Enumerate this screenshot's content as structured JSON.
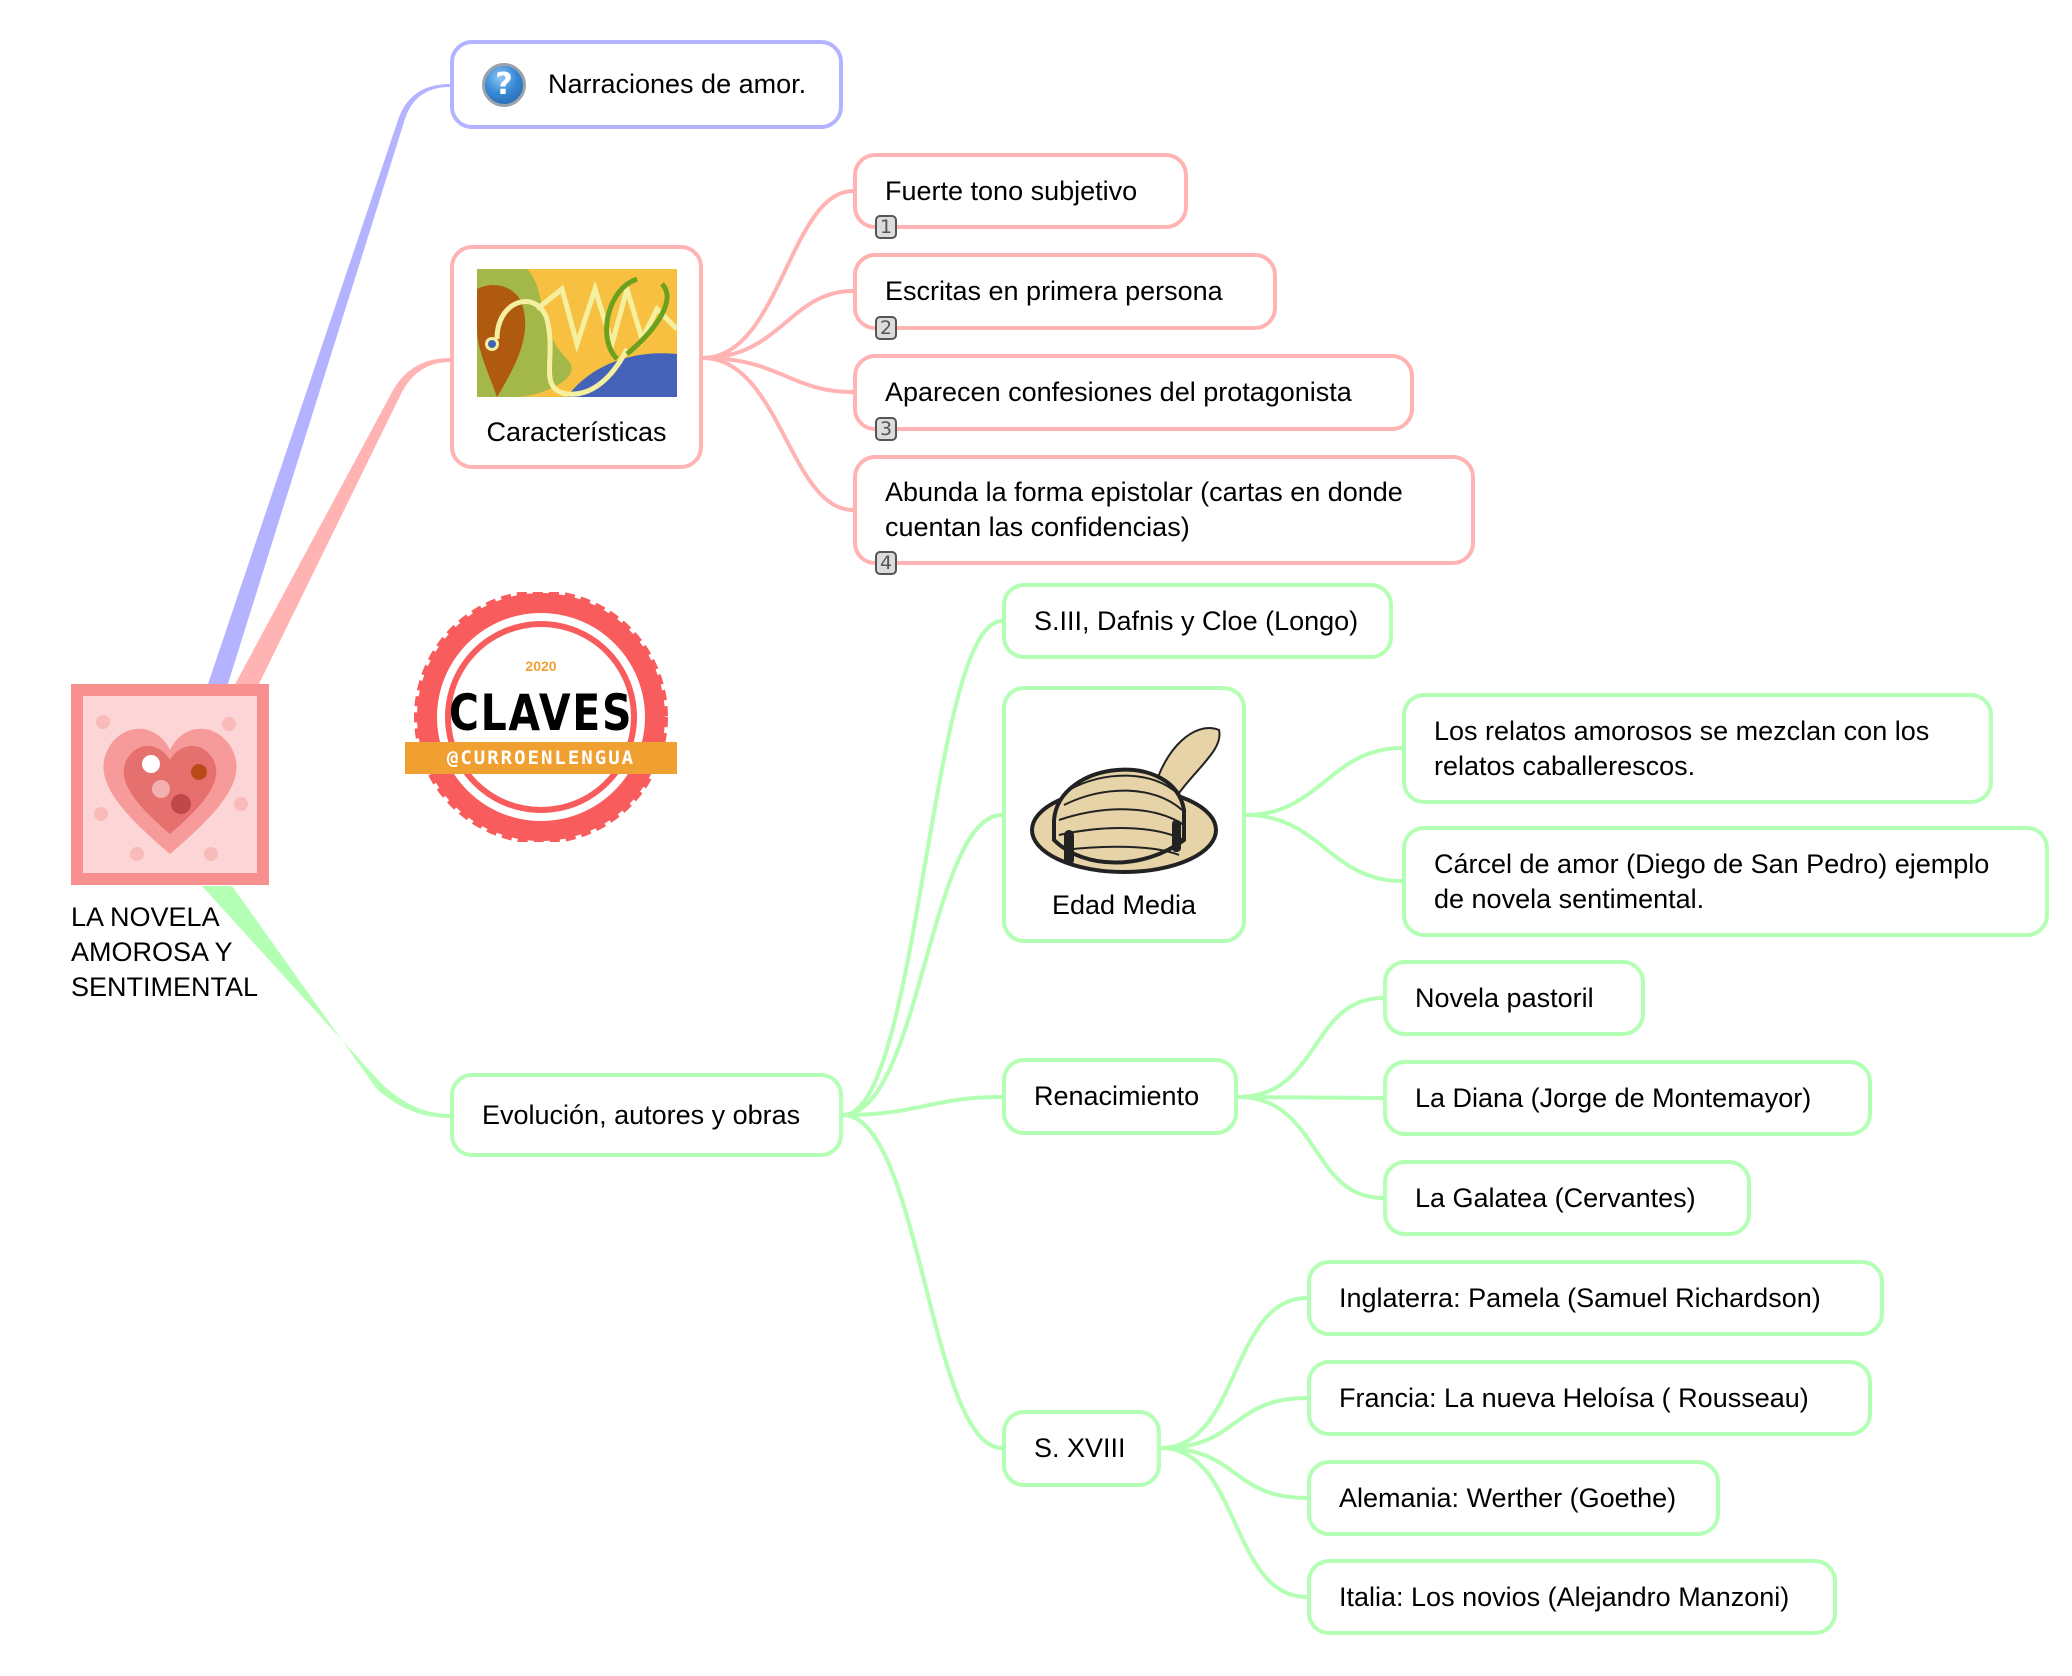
{
  "root": {
    "label": "LA NOVELA AMOROSA Y SENTIMENTAL",
    "image": "heart-collage-image"
  },
  "colors": {
    "blue": "#b3b3ff",
    "pink": "#ffb3b3",
    "green": "#b3ffb3"
  },
  "branches": {
    "definition": {
      "label": "Narraciones de amor.",
      "icon": "question-icon",
      "icon_glyph": "?"
    },
    "characteristics": {
      "label": "Características",
      "image": "stethoscope-heart-image",
      "items": [
        {
          "label": "Fuerte tono subjetivo",
          "badge": "1"
        },
        {
          "label": "Escritas en primera persona",
          "badge": "2"
        },
        {
          "label": "Aparecen confesiones del protagonista",
          "badge": "3"
        },
        {
          "label": "Abunda la forma epistolar (cartas en donde cuentan las confidencias)",
          "badge": "4"
        }
      ]
    },
    "evolution": {
      "label": "Evolución, autores y obras",
      "children": {
        "siii": {
          "label": "S.III, Dafnis y Cloe (Longo)"
        },
        "edad_media": {
          "label": "Edad Media",
          "image": "medieval-hat-image",
          "items": [
            {
              "label": "Los relatos amorosos se mezclan con los relatos caballerescos."
            },
            {
              "label": "Cárcel de amor (Diego de San Pedro) ejemplo de novela sentimental."
            }
          ]
        },
        "renacimiento": {
          "label": "Renacimiento",
          "items": [
            {
              "label": "Novela pastoril"
            },
            {
              "label": "La Diana (Jorge de Montemayor)"
            },
            {
              "label": "La Galatea (Cervantes)"
            }
          ]
        },
        "sxviii": {
          "label": "S. XVIII",
          "items": [
            {
              "label": "Inglaterra: Pamela (Samuel Richardson)"
            },
            {
              "label": "Francia: La nueva Heloísa ( Rousseau)"
            },
            {
              "label": "Alemania: Werther (Goethe)"
            },
            {
              "label": "Italia: Los novios (Alejandro Manzoni)"
            }
          ]
        }
      }
    }
  },
  "sticker": {
    "year": "2020",
    "title": "CLAVES",
    "handle": "@CURROENLENGUA"
  }
}
